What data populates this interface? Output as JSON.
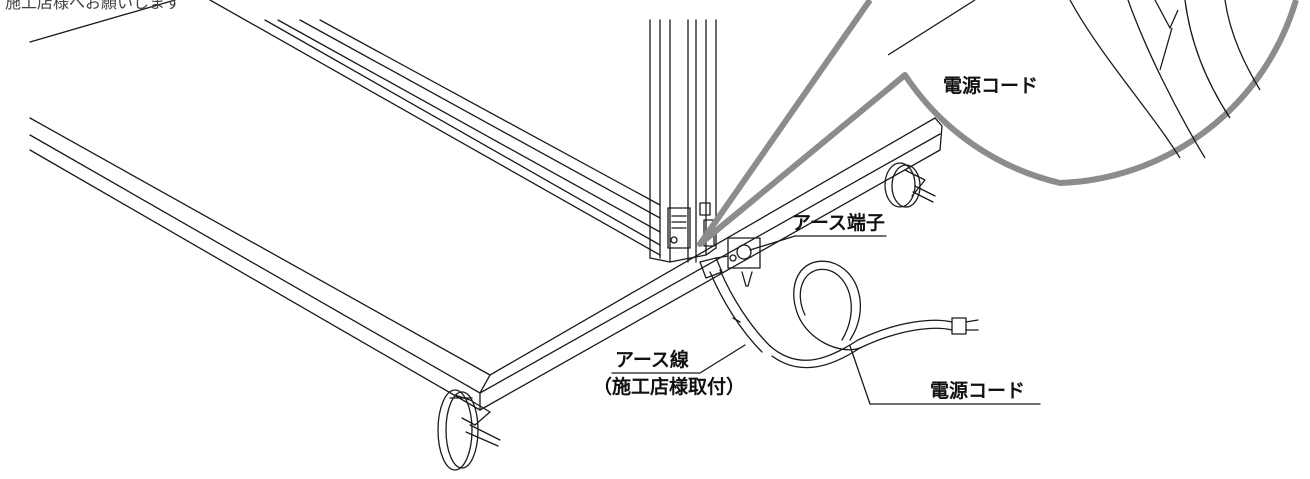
{
  "labels": {
    "top_cropped_text": "施工店様へお願いします",
    "power_cord_zoom": "電源コード",
    "earth_terminal": "アース端子",
    "earth_wire": "アース線",
    "earth_wire_note": "（施工店様取付）",
    "power_cord": "電源コード"
  },
  "colors": {
    "line": "#1a1a1a",
    "zoom_border": "#8c8c8c"
  }
}
